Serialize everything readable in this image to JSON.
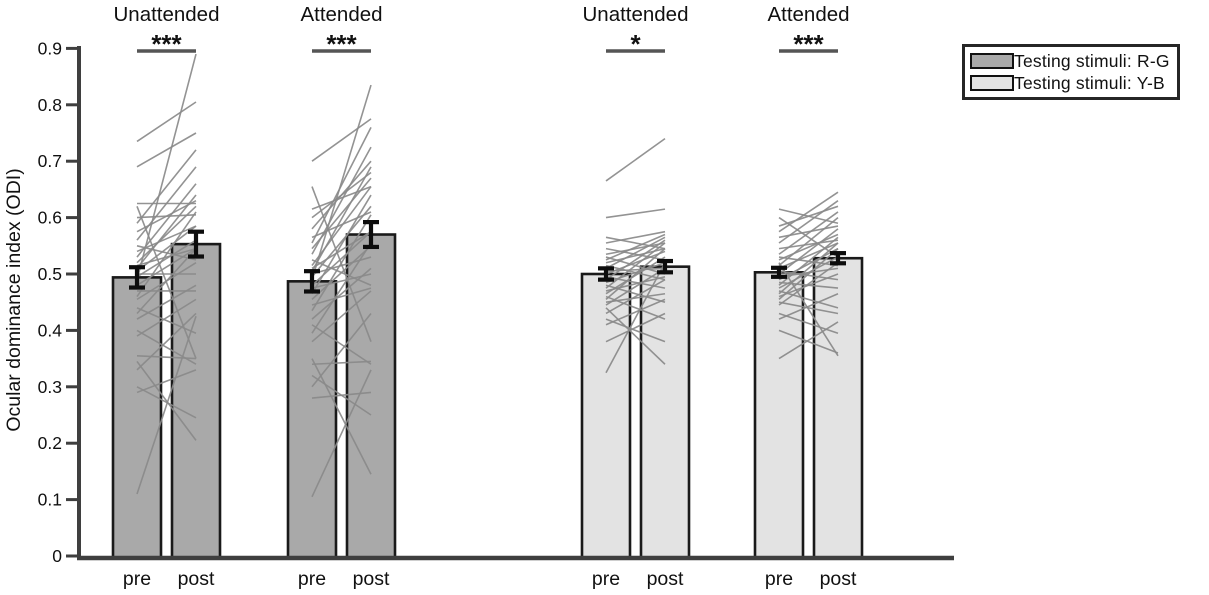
{
  "figure_title": "",
  "legend": {
    "items": [
      {
        "label": "Testing stimuli: R-G",
        "color": "#a9a9a9"
      },
      {
        "label": "Testing stimuli: Y-B",
        "color": "#e3e3e3"
      }
    ]
  },
  "chart_data": {
    "type": "bar",
    "title": "",
    "xlabel": "",
    "ylabel": "Ocular dominance index (ODI)",
    "ylim": [
      0,
      0.9
    ],
    "yticks": [
      0,
      0.1,
      0.2,
      0.3,
      0.4,
      0.5,
      0.6,
      0.7,
      0.8,
      0.9
    ],
    "xtick_labels": [
      "pre",
      "post"
    ],
    "grid": false,
    "legend_position": "top-right",
    "legend_entries": [
      "Testing stimuli: R-G",
      "Testing stimuli: Y-B"
    ],
    "colors": {
      "rg_fill": "#a9a9a9",
      "yb_fill": "#e3e3e3",
      "bar_stroke": "#1a1a1a",
      "subject_line": "#8a8a8a",
      "error_bar": "#0d0d0d",
      "axis": "#3f3f3f",
      "sig_line": "#555555",
      "text": "#111111"
    },
    "groups": [
      {
        "condition": "Unattended",
        "stimuli": "R-G",
        "significance": "***",
        "bars": {
          "pre": {
            "mean": 0.494,
            "sem": 0.018
          },
          "post": {
            "mean": 0.553,
            "sem": 0.022
          }
        },
        "subjects": [
          [
            0.11,
            0.425
          ],
          [
            0.29,
            0.33
          ],
          [
            0.3,
            0.245
          ],
          [
            0.33,
            0.43
          ],
          [
            0.345,
            0.205
          ],
          [
            0.355,
            0.35
          ],
          [
            0.39,
            0.455
          ],
          [
            0.4,
            0.34
          ],
          [
            0.42,
            0.48
          ],
          [
            0.43,
            0.545
          ],
          [
            0.44,
            0.395
          ],
          [
            0.455,
            0.52
          ],
          [
            0.46,
            0.61
          ],
          [
            0.47,
            0.47
          ],
          [
            0.48,
            0.545
          ],
          [
            0.49,
            0.89
          ],
          [
            0.495,
            0.56
          ],
          [
            0.5,
            0.5
          ],
          [
            0.505,
            0.585
          ],
          [
            0.51,
            0.64
          ],
          [
            0.515,
            0.545
          ],
          [
            0.52,
            0.62
          ],
          [
            0.53,
            0.66
          ],
          [
            0.54,
            0.585
          ],
          [
            0.55,
            0.525
          ],
          [
            0.56,
            0.69
          ],
          [
            0.575,
            0.63
          ],
          [
            0.59,
            0.72
          ],
          [
            0.6,
            0.605
          ],
          [
            0.62,
            0.35
          ],
          [
            0.625,
            0.625
          ],
          [
            0.69,
            0.75
          ],
          [
            0.735,
            0.805
          ]
        ]
      },
      {
        "condition": "Attended",
        "stimuli": "R-G",
        "significance": "***",
        "bars": {
          "pre": {
            "mean": 0.487,
            "sem": 0.018
          },
          "post": {
            "mean": 0.57,
            "sem": 0.022
          }
        },
        "subjects": [
          [
            0.105,
            0.33
          ],
          [
            0.28,
            0.29
          ],
          [
            0.3,
            0.43
          ],
          [
            0.32,
            0.25
          ],
          [
            0.34,
            0.345
          ],
          [
            0.35,
            0.145
          ],
          [
            0.38,
            0.47
          ],
          [
            0.395,
            0.555
          ],
          [
            0.41,
            0.34
          ],
          [
            0.42,
            0.51
          ],
          [
            0.435,
            0.605
          ],
          [
            0.445,
            0.475
          ],
          [
            0.455,
            0.55
          ],
          [
            0.465,
            0.64
          ],
          [
            0.475,
            0.5
          ],
          [
            0.48,
            0.575
          ],
          [
            0.49,
            0.835
          ],
          [
            0.495,
            0.62
          ],
          [
            0.5,
            0.53
          ],
          [
            0.505,
            0.69
          ],
          [
            0.51,
            0.575
          ],
          [
            0.515,
            0.655
          ],
          [
            0.525,
            0.48
          ],
          [
            0.535,
            0.725
          ],
          [
            0.545,
            0.67
          ],
          [
            0.555,
            0.76
          ],
          [
            0.565,
            0.61
          ],
          [
            0.58,
            0.7
          ],
          [
            0.6,
            0.68
          ],
          [
            0.615,
            0.655
          ],
          [
            0.655,
            0.38
          ],
          [
            0.7,
            0.775
          ]
        ]
      },
      {
        "condition": "Unattended",
        "stimuli": "Y-B",
        "significance": "*",
        "bars": {
          "pre": {
            "mean": 0.5,
            "sem": 0.01
          },
          "post": {
            "mean": 0.513,
            "sem": 0.01
          }
        },
        "subjects": [
          [
            0.325,
            0.52
          ],
          [
            0.38,
            0.43
          ],
          [
            0.41,
            0.455
          ],
          [
            0.42,
            0.38
          ],
          [
            0.43,
            0.49
          ],
          [
            0.44,
            0.34
          ],
          [
            0.445,
            0.51
          ],
          [
            0.45,
            0.465
          ],
          [
            0.455,
            0.545
          ],
          [
            0.46,
            0.42
          ],
          [
            0.465,
            0.53
          ],
          [
            0.47,
            0.495
          ],
          [
            0.475,
            0.555
          ],
          [
            0.48,
            0.45
          ],
          [
            0.485,
            0.52
          ],
          [
            0.49,
            0.56
          ],
          [
            0.495,
            0.475
          ],
          [
            0.5,
            0.54
          ],
          [
            0.505,
            0.51
          ],
          [
            0.51,
            0.565
          ],
          [
            0.515,
            0.49
          ],
          [
            0.52,
            0.545
          ],
          [
            0.525,
            0.57
          ],
          [
            0.53,
            0.5
          ],
          [
            0.535,
            0.555
          ],
          [
            0.545,
            0.525
          ],
          [
            0.555,
            0.575
          ],
          [
            0.565,
            0.545
          ],
          [
            0.6,
            0.615
          ],
          [
            0.665,
            0.74
          ]
        ]
      },
      {
        "condition": "Attended",
        "stimuli": "Y-B",
        "significance": "***",
        "bars": {
          "pre": {
            "mean": 0.503,
            "sem": 0.008
          },
          "post": {
            "mean": 0.528,
            "sem": 0.009
          }
        },
        "subjects": [
          [
            0.35,
            0.415
          ],
          [
            0.4,
            0.36
          ],
          [
            0.42,
            0.465
          ],
          [
            0.43,
            0.395
          ],
          [
            0.445,
            0.52
          ],
          [
            0.45,
            0.43
          ],
          [
            0.455,
            0.545
          ],
          [
            0.46,
            0.5
          ],
          [
            0.465,
            0.555
          ],
          [
            0.47,
            0.44
          ],
          [
            0.475,
            0.53
          ],
          [
            0.48,
            0.565
          ],
          [
            0.485,
            0.475
          ],
          [
            0.49,
            0.545
          ],
          [
            0.495,
            0.51
          ],
          [
            0.5,
            0.58
          ],
          [
            0.505,
            0.49
          ],
          [
            0.51,
            0.555
          ],
          [
            0.515,
            0.6
          ],
          [
            0.52,
            0.355
          ],
          [
            0.525,
            0.57
          ],
          [
            0.53,
            0.515
          ],
          [
            0.535,
            0.61
          ],
          [
            0.545,
            0.56
          ],
          [
            0.555,
            0.63
          ],
          [
            0.565,
            0.585
          ],
          [
            0.575,
            0.645
          ],
          [
            0.585,
            0.62
          ],
          [
            0.6,
            0.53
          ],
          [
            0.615,
            0.59
          ]
        ]
      }
    ]
  }
}
